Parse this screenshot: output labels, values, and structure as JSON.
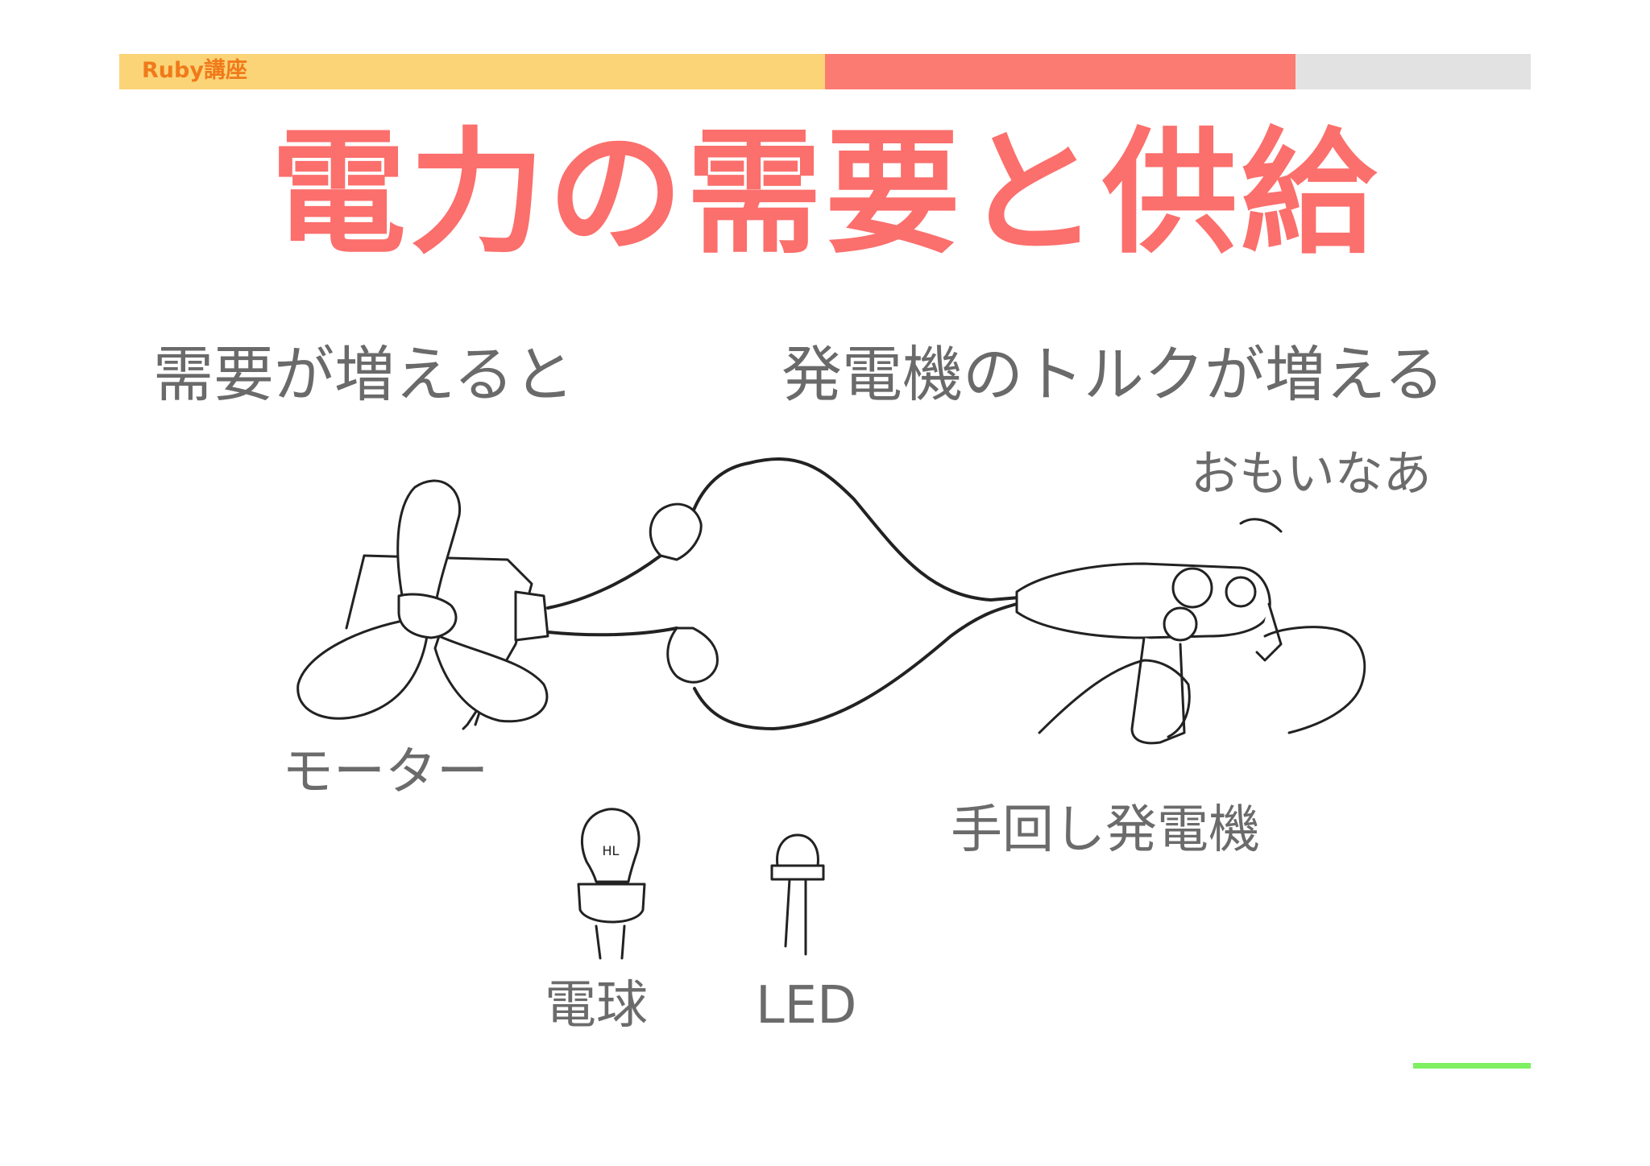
{
  "header": {
    "course_label": "Ruby講座",
    "bar_colors": [
      "#fbd477",
      "#fb7b73",
      "#e2e2e2"
    ]
  },
  "title": "電力の需要と供給",
  "headings": {
    "left": "需要が増えると",
    "right": "発電機のトルクが増える"
  },
  "illustration": {
    "labels": {
      "motor": "モーター",
      "generator": "手回し発電機",
      "heavy": "おもいなあ",
      "bulb": "電球",
      "led": "LED"
    },
    "bulb_mark": "HL"
  },
  "colors": {
    "title": "#fb6f6c",
    "text": "#6a6a6a",
    "accent_line": "#7ef062"
  }
}
